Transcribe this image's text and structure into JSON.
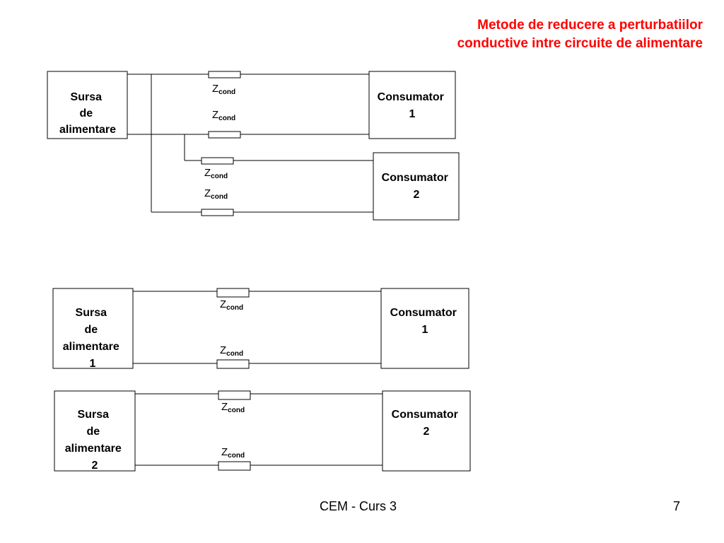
{
  "title": {
    "line1": "Metode de reducere a perturbatiilor",
    "line2": "conductive intre circuite de alimentare"
  },
  "diagram1": {
    "source": [
      "Sursa",
      "de",
      "alimentare"
    ],
    "consumer1": [
      "Consumator",
      "1"
    ],
    "consumer2": [
      "Consumator",
      "2"
    ],
    "impedance_main": "Z",
    "impedance_sub": "cond"
  },
  "diagram2": {
    "source1": [
      "Sursa",
      "de",
      "alimentare",
      "1"
    ],
    "consumer1": [
      "Consumator",
      "1"
    ],
    "source2": [
      "Sursa",
      "de",
      "alimentare",
      "2"
    ],
    "consumer2": [
      "Consumator",
      "2"
    ],
    "impedance_main": "Z",
    "impedance_sub": "cond"
  },
  "footer": {
    "course": "CEM - Curs 3",
    "page": "7"
  }
}
